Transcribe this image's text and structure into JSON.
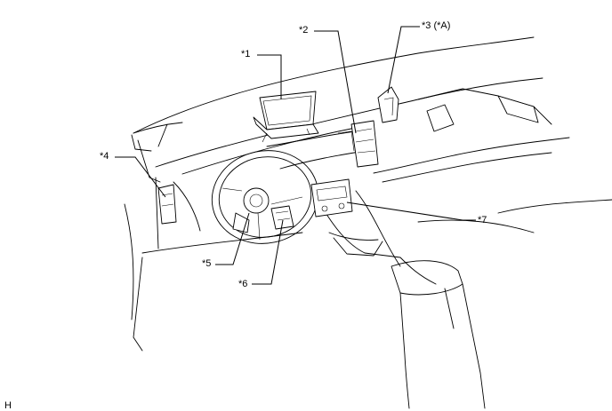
{
  "callouts": [
    {
      "id": "c1",
      "text": "*1"
    },
    {
      "id": "c2",
      "text": "*2"
    },
    {
      "id": "c3",
      "text": "*3 (*A)"
    },
    {
      "id": "c4",
      "text": "*4"
    },
    {
      "id": "c5",
      "text": "*5"
    },
    {
      "id": "c6",
      "text": "*6"
    },
    {
      "id": "c7",
      "text": "*7"
    }
  ],
  "corner_code": "H"
}
